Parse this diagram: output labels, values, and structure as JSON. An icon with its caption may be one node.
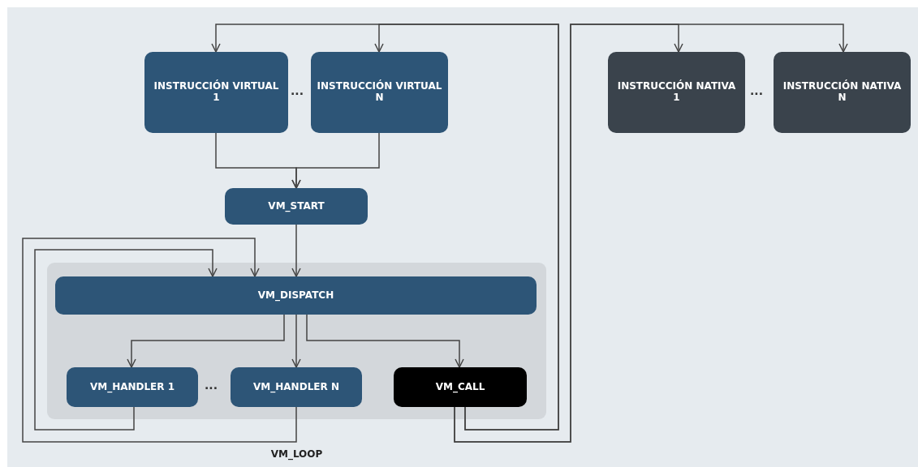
{
  "diagram": {
    "nodes": [
      {
        "text": [
          "INSTRUCCIÓN VIRTUAL 1"
        ]
      },
      {
        "text": [
          "INSTRUCCIÓN VIRTUAL N"
        ]
      },
      {
        "text": [
          "INSTRUCCIÓN NATIVA 1"
        ]
      },
      {
        "text": [
          "INSTRUCCIÓN NATIVA N"
        ]
      },
      {
        "text": [
          "VM_LOOP"
        ]
      },
      {
        "text": [
          "VM_START"
        ]
      },
      {
        "text": [
          "VM_DISPATCH"
        ],
        "in": 4
      },
      {
        "text": [
          "VM_HANDLER 1"
        ],
        "in": 4
      },
      {
        "text": [
          "VM_HANDLER N"
        ],
        "in": 4
      },
      {
        "text": [
          "VM_CALL"
        ],
        "in": 4
      }
    ],
    "edges": [
      {
        "from": 0,
        "to": 5,
        "arrow": "to"
      },
      {
        "from": 1,
        "to": 5,
        "arrow": "to"
      },
      {
        "from": 5,
        "to": 6,
        "arrow": "to"
      },
      {
        "from": 6,
        "to": 7,
        "arrow": "to"
      },
      {
        "from": 6,
        "to": 8,
        "arrow": "to"
      },
      {
        "from": 6,
        "to": 9,
        "arrow": "to"
      },
      {
        "from": 7,
        "to": 6,
        "arrow": "to"
      },
      {
        "from": 8,
        "to": 6,
        "arrow": "to"
      },
      {
        "from": 9,
        "to": 0,
        "arrow": "to"
      },
      {
        "from": 9,
        "to": 1,
        "arrow": "to"
      },
      {
        "from": 9,
        "to": 2,
        "arrow": "to"
      },
      {
        "from": 9,
        "to": 3,
        "arrow": "to"
      }
    ],
    "labels": [
      "...",
      "...",
      "..."
    ]
  }
}
